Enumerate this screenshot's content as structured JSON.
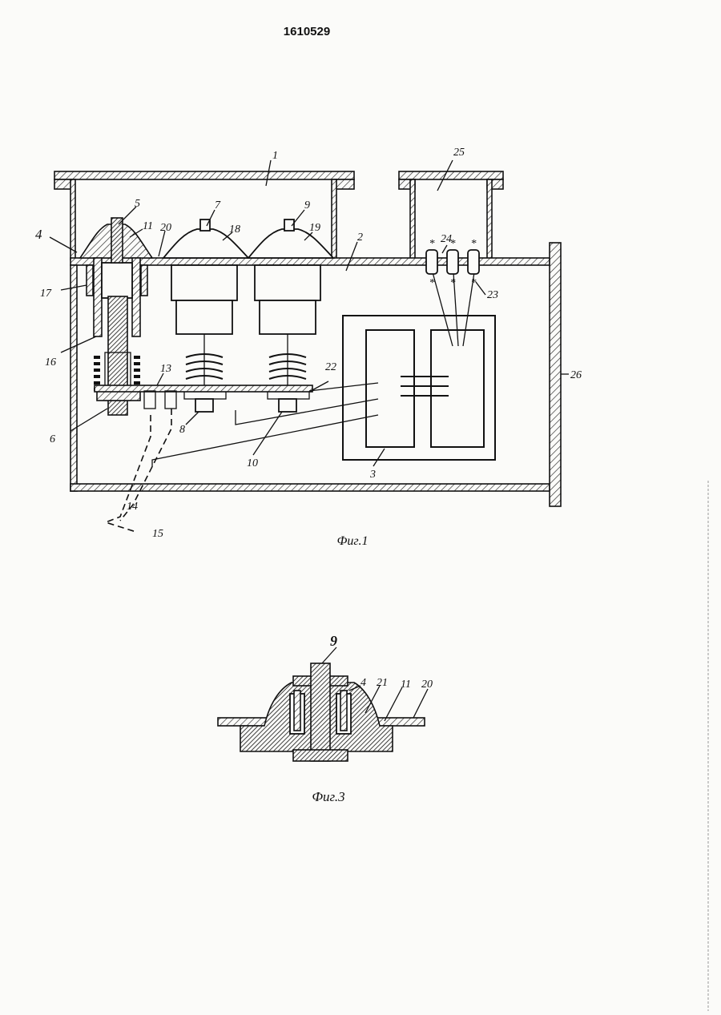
{
  "document_number": "1610529",
  "figures": [
    {
      "caption": "Фиг.1",
      "labels": [
        "1",
        "2",
        "3",
        "4",
        "5",
        "6",
        "7",
        "8",
        "9",
        "10",
        "11",
        "13",
        "14",
        "15",
        "16",
        "17",
        "18",
        "19",
        "20",
        "22",
        "23",
        "24",
        "25",
        "26"
      ]
    },
    {
      "caption": "Фиг.3",
      "labels": [
        "9",
        "4",
        "21",
        "11",
        "20"
      ]
    }
  ]
}
